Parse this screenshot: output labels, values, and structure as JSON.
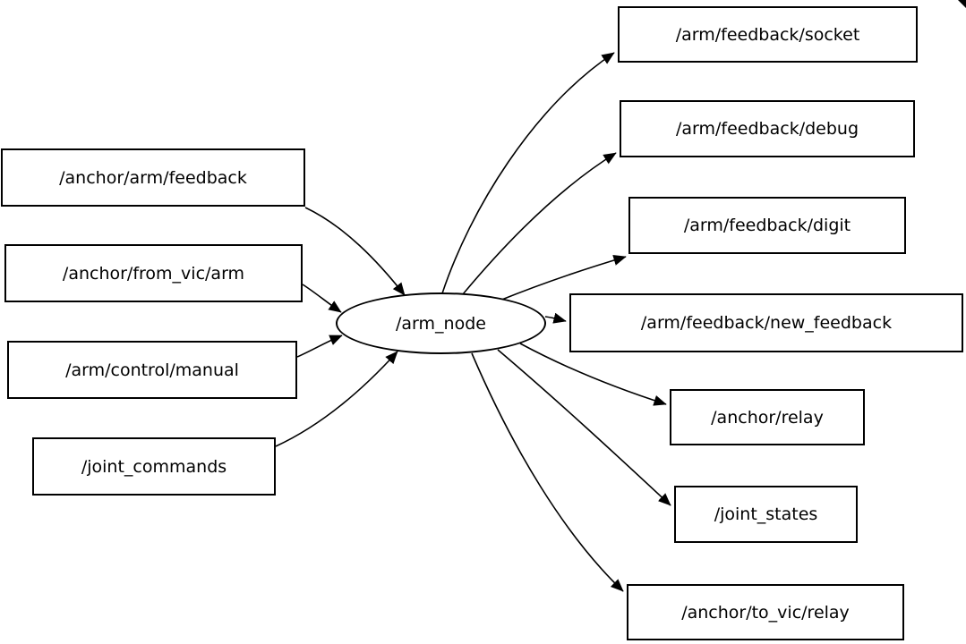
{
  "graph": {
    "center_node": "/arm_node",
    "inputs": [
      "/anchor/arm/feedback",
      "/anchor/from_vic/arm",
      "/arm/control/manual",
      "/joint_commands"
    ],
    "outputs": [
      "/arm/feedback/socket",
      "/arm/feedback/debug",
      "/arm/feedback/digit",
      "/arm/feedback/new_feedback",
      "/anchor/relay",
      "/joint_states",
      "/anchor/to_vic/relay"
    ],
    "edges": [
      {
        "from": "/anchor/arm/feedback",
        "to": "/arm_node"
      },
      {
        "from": "/anchor/from_vic/arm",
        "to": "/arm_node"
      },
      {
        "from": "/arm/control/manual",
        "to": "/arm_node"
      },
      {
        "from": "/joint_commands",
        "to": "/arm_node"
      },
      {
        "from": "/arm_node",
        "to": "/arm/feedback/socket"
      },
      {
        "from": "/arm_node",
        "to": "/arm/feedback/debug"
      },
      {
        "from": "/arm_node",
        "to": "/arm/feedback/digit"
      },
      {
        "from": "/arm_node",
        "to": "/arm/feedback/new_feedback"
      },
      {
        "from": "/arm_node",
        "to": "/anchor/relay"
      },
      {
        "from": "/arm_node",
        "to": "/joint_states"
      },
      {
        "from": "/arm_node",
        "to": "/anchor/to_vic/relay"
      }
    ],
    "colors": {
      "node_border": "#000000",
      "node_fill": "#ffffff",
      "edge": "#000000",
      "background": "#ffffff"
    }
  }
}
